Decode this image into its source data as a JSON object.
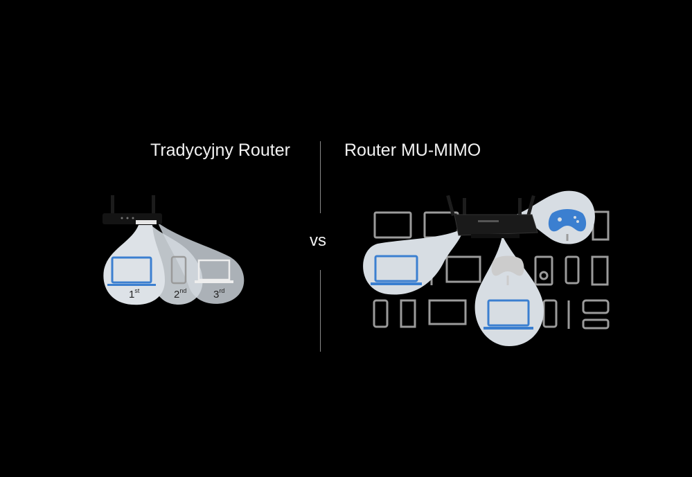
{
  "left_title": "Tradycyjny Router",
  "right_title": "Router MU-MIMO",
  "vs_label": "vs",
  "order_labels": [
    {
      "num": "1",
      "suffix": "st"
    },
    {
      "num": "2",
      "suffix": "nd"
    },
    {
      "num": "3",
      "suffix": "rd"
    }
  ],
  "colors": {
    "background": "#000000",
    "bubble": "#d7dde3",
    "active_device": "#3b7fd0",
    "inactive_device": "#a9a9a9",
    "router": "#1a1a1a"
  },
  "icons": [
    "router-icon",
    "laptop-icon",
    "phone-icon",
    "monitor-icon",
    "tablet-icon",
    "gamepad-icon",
    "speaker-icon",
    "tower-pc-icon",
    "usb-stick-icon",
    "streaming-box-icon",
    "plug-icon"
  ]
}
